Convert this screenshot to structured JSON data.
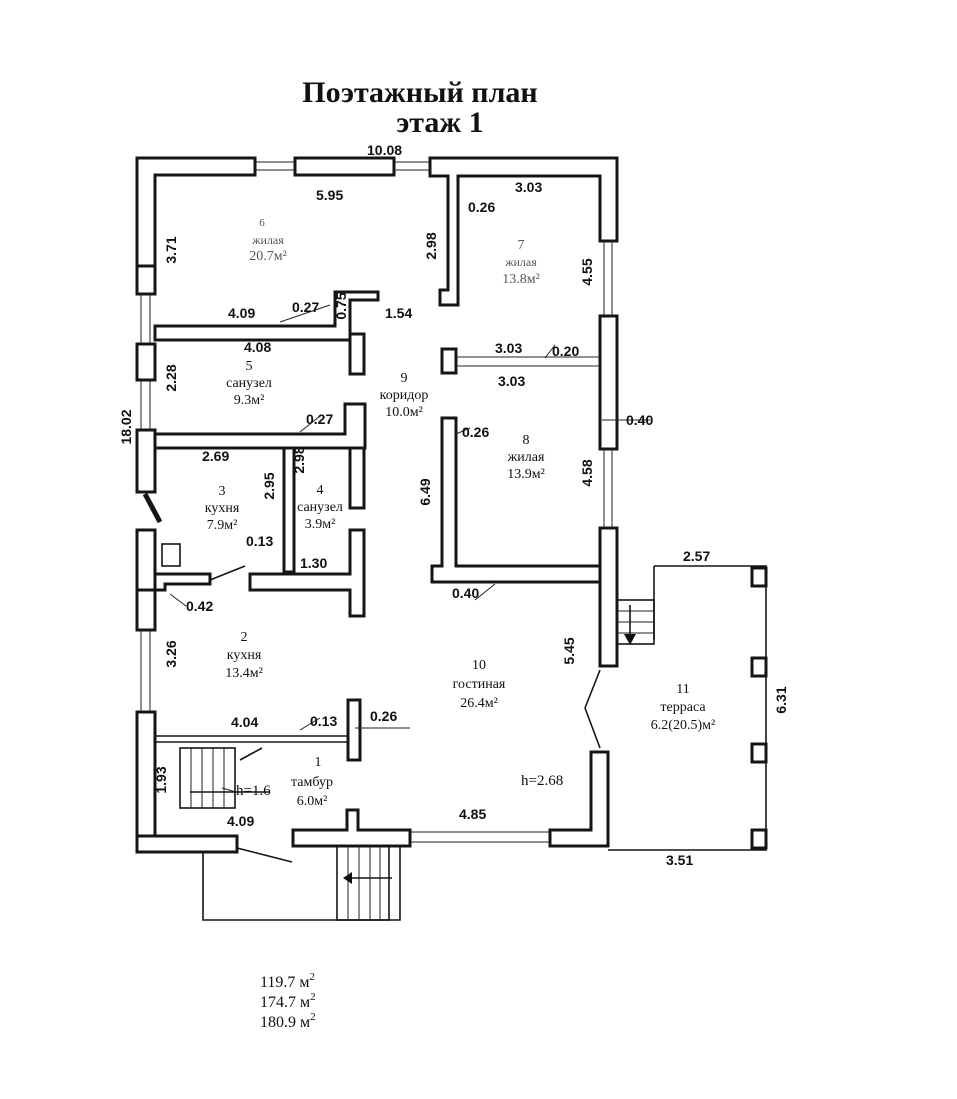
{
  "title": {
    "line1": "Поэтажный план",
    "line2": "этаж 1"
  },
  "rooms": [
    {
      "id": "6",
      "number": "6",
      "name": "жилая",
      "area": "20.7м²"
    },
    {
      "id": "7",
      "number": "7",
      "name": "жилая",
      "area": "13.8м²"
    },
    {
      "id": "5",
      "number": "5",
      "name": "санузел",
      "area": "9.3м²"
    },
    {
      "id": "9",
      "number": "9",
      "name": "коридор",
      "area": "10.0м²"
    },
    {
      "id": "8",
      "number": "8",
      "name": "жилая",
      "area": "13.9м²"
    },
    {
      "id": "3",
      "number": "3",
      "name": "кухня",
      "area": "7.9м²"
    },
    {
      "id": "4",
      "number": "4",
      "name": "санузел",
      "area": "3.9м²"
    },
    {
      "id": "2",
      "number": "2",
      "name": "кухня",
      "area": "13.4м²"
    },
    {
      "id": "10",
      "number": "10",
      "name": "гостиная",
      "area": "26.4м²"
    },
    {
      "id": "11",
      "number": "11",
      "name": "терраса",
      "area": "6.2(20.5)м²"
    },
    {
      "id": "1",
      "number": "1",
      "name": "тамбур",
      "area": "6.0м²"
    }
  ],
  "dimensions": {
    "d_10_08": "10.08",
    "d_5_95": "5.95",
    "d_3_03_a": "3.03",
    "d_3_71": "3.71",
    "d_0_26_a": "0.26",
    "d_2_98_a": "2.98",
    "d_4_55": "4.55",
    "d_4_09_a": "4.09",
    "d_0_27_a": "0.27",
    "d_0_75": "0.75",
    "d_1_54": "1.54",
    "d_4_08": "4.08",
    "d_3_03_b": "3.03",
    "d_0_20": "0.20",
    "d_2_28": "2.28",
    "d_3_03_c": "3.03",
    "d_18_02": "18.02",
    "d_0_27_b": "0.27",
    "d_0_40_a": "0.40",
    "d_0_26_b": "0.26",
    "d_2_69": "2.69",
    "d_2_95": "2.95",
    "d_2_98_b": "2.98",
    "d_6_49": "6.49",
    "d_4_58": "4.58",
    "d_0_13_a": "0.13",
    "d_1_30": "1.30",
    "d_0_40_b": "0.40",
    "d_2_57": "2.57",
    "d_0_42": "0.42",
    "d_3_26": "3.26",
    "d_5_45": "5.45",
    "d_6_31": "6.31",
    "d_4_04": "4.04",
    "d_0_13_b": "0.13",
    "d_0_26_c": "0.26",
    "d_1_93": "1.93",
    "d_h_1_6": "h=1.6",
    "d_h_2_68": "h=2.68",
    "d_4_09_b": "4.09",
    "d_4_85": "4.85",
    "d_3_51": "3.51"
  },
  "totals": [
    {
      "value": "119.7 м",
      "sup": "2"
    },
    {
      "value": "174.7 м",
      "sup": "2"
    },
    {
      "value": "180.9 м",
      "sup": "2"
    }
  ],
  "colors": {
    "ink": "#111111",
    "paper": "#ffffff"
  }
}
